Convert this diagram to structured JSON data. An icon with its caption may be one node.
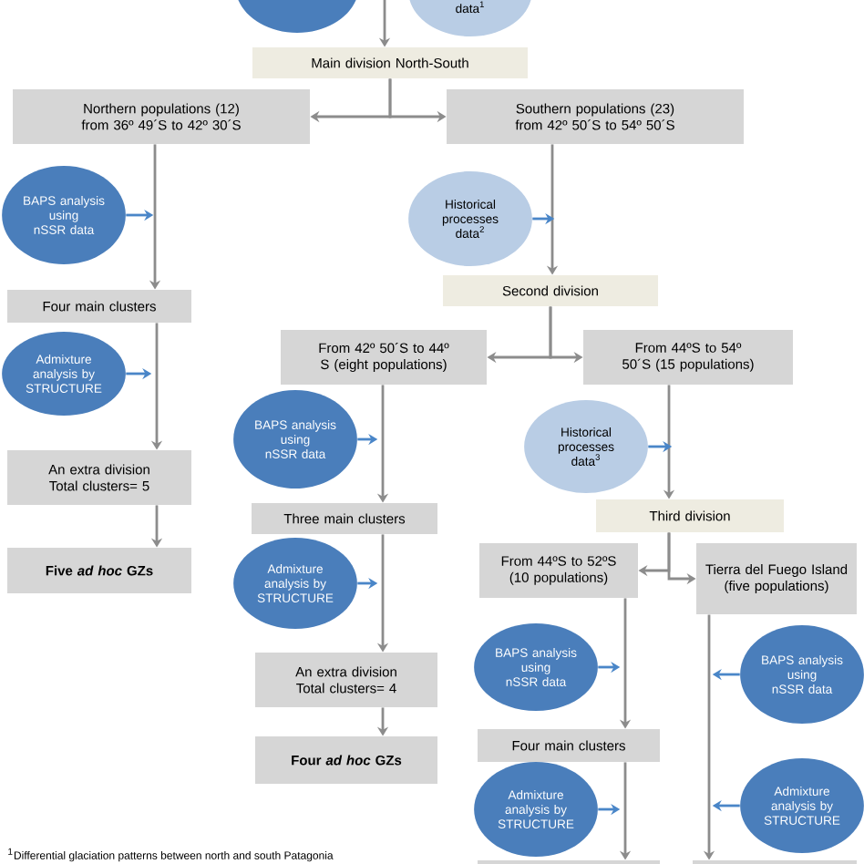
{
  "diagram": {
    "nodes": [
      {
        "text": [],
        "shape": "circle"
      },
      {
        "text": [
          "data$^{1}$"
        ]
      },
      {
        "text": [
          "Main division North-South"
        ]
      },
      {
        "text": [
          "Northern populations (12) from 36º 49´S to 42º 30´S"
        ]
      },
      {
        "text": [
          "Southern populations (23) from 42º 50´S to 54º 50´S"
        ]
      },
      {
        "text": [
          "BAPS analysis using nSSR data"
        ]
      },
      {
        "text": [
          "Historical processes data$^{2}$"
        ]
      },
      {
        "text": [
          "Second division"
        ]
      },
      {
        "text": [
          "Four main clusters"
        ]
      },
      {
        "text": [
          "Admixture analysis by STRUCTURE"
        ]
      },
      {
        "text": [
          "An extra division Total clusters= 5"
        ]
      },
      {
        "text": [
          "Five *ad hoc* GZs"
        ]
      },
      {
        "text": [
          "From 42º 50´S to 44º S (eight populations)"
        ]
      },
      {
        "text": [
          "From 44ºS to 54º 50´S (15 populations)"
        ]
      },
      {
        "text": [
          "BAPS analysis using nSSR data"
        ]
      },
      {
        "text": [
          "Historical processes data$^{3}$"
        ]
      },
      {
        "text": [
          "Three main clusters"
        ]
      },
      {
        "text": [
          "Third division"
        ]
      },
      {
        "text": [
          "Admixture analysis by STRUCTURE"
        ]
      },
      {
        "text": [
          "An extra division Total clusters= 4"
        ]
      },
      {
        "text": [
          "Four *ad hoc* GZs"
        ]
      },
      {
        "text": [
          "From 44ºS to 52ºS (10 populations)"
        ]
      },
      {
        "text": [
          "Tierra del Fuego Island (five populations)"
        ]
      },
      {
        "text": [
          "BAPS analysis using nSSR data"
        ]
      },
      {
        "text": [
          "BAPS analysis using nSSR data"
        ]
      },
      {
        "text": [
          "Four main clusters"
        ]
      },
      {
        "text": [
          "Admixture analysis by STRUCTURE"
        ]
      },
      {
        "text": [
          "Admixture analysis by STRUCTURE"
        ]
      },
      {
        "text": [],
        "shape": "box"
      },
      {
        "text": [],
        "shape": "box"
      }
    ],
    "edges": [
      {
        "from": null,
        "to": 2,
        "arrow": "to"
      },
      {
        "from": 2,
        "to": 3,
        "arrow": "to"
      },
      {
        "from": 2,
        "to": 4,
        "arrow": "to"
      },
      {
        "from": 3,
        "to": 8,
        "arrow": "to"
      },
      {
        "from": 5,
        "to": null,
        "arrow": "to",
        "color": "#4a86c8"
      },
      {
        "from": 4,
        "to": 7,
        "arrow": "to"
      },
      {
        "from": 6,
        "to": null,
        "arrow": "to",
        "color": "#4a86c8"
      },
      {
        "from": 8,
        "to": 10,
        "arrow": "to"
      },
      {
        "from": 9,
        "to": null,
        "arrow": "to",
        "color": "#4a86c8"
      },
      {
        "from": 10,
        "to": 11,
        "arrow": "to"
      },
      {
        "from": 7,
        "to": 12,
        "arrow": "to"
      },
      {
        "from": 7,
        "to": 13,
        "arrow": "to"
      },
      {
        "from": 12,
        "to": 16,
        "arrow": "to"
      },
      {
        "from": 14,
        "to": null,
        "arrow": "to",
        "color": "#4a86c8"
      },
      {
        "from": 13,
        "to": 17,
        "arrow": "to"
      },
      {
        "from": 15,
        "to": null,
        "arrow": "to",
        "color": "#4a86c8"
      },
      {
        "from": 16,
        "to": 19,
        "arrow": "to"
      },
      {
        "from": 18,
        "to": null,
        "arrow": "to",
        "color": "#4a86c8"
      },
      {
        "from": 19,
        "to": 20,
        "arrow": "to"
      },
      {
        "from": 17,
        "to": 21,
        "arrow": "to"
      },
      {
        "from": 17,
        "to": 22,
        "arrow": "to"
      },
      {
        "from": 21,
        "to": 25,
        "arrow": "to"
      },
      {
        "from": 23,
        "to": null,
        "arrow": "to",
        "color": "#4a86c8"
      },
      {
        "from": 22,
        "to": 29,
        "arrow": "to"
      },
      {
        "from": 24,
        "to": null,
        "arrow": "to",
        "color": "#4a86c8"
      },
      {
        "from": 27,
        "to": null,
        "arrow": "to",
        "color": "#4a86c8"
      },
      {
        "from": 25,
        "to": 28,
        "arrow": "to"
      },
      {
        "from": 26,
        "to": null,
        "arrow": "to",
        "color": "#4a86c8"
      }
    ],
    "labels": [
      "$^{1}$Differential glaciation patterns between north and south Patagonia"
    ]
  }
}
